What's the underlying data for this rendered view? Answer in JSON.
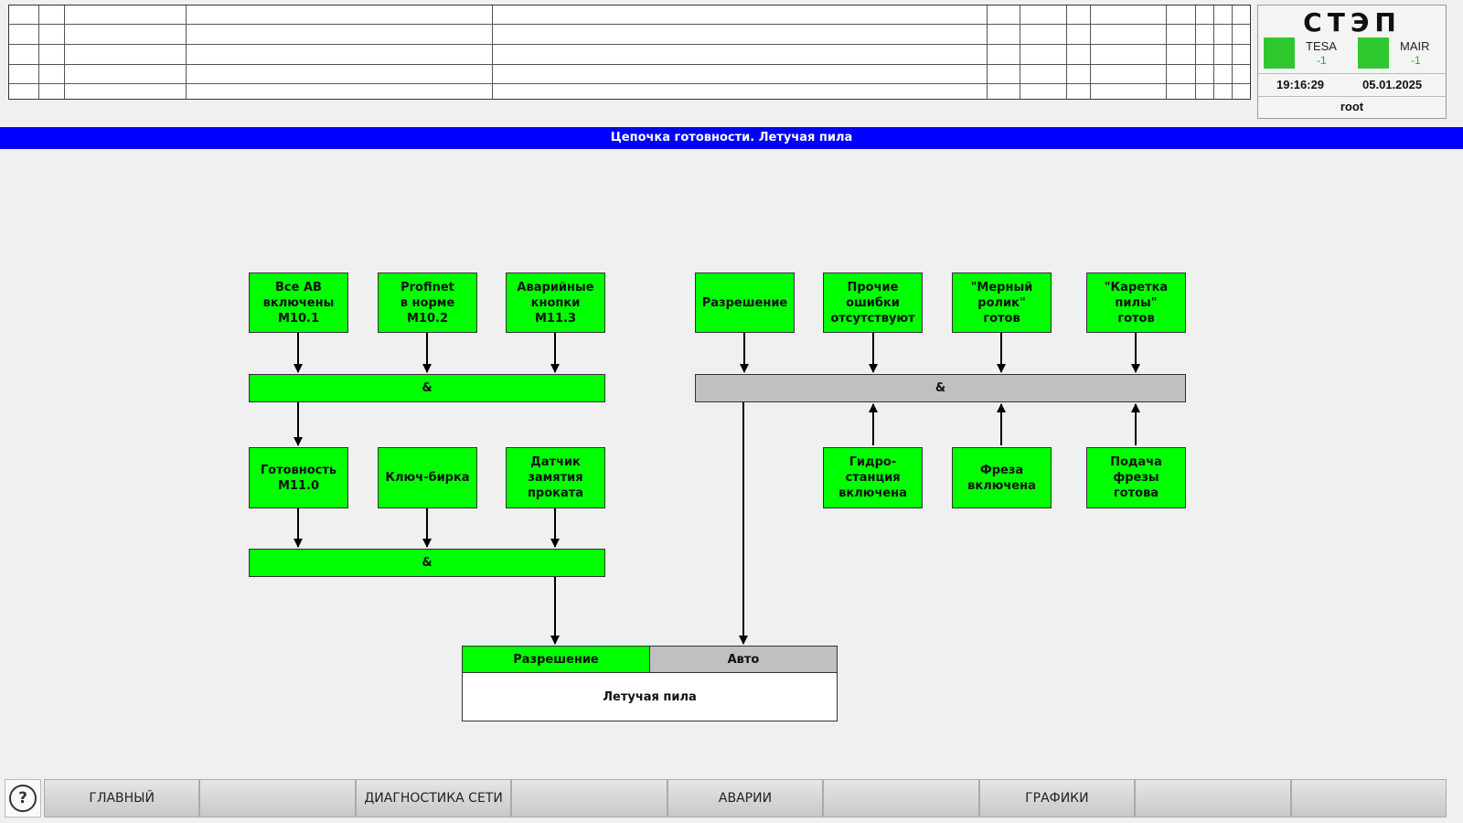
{
  "status": {
    "logo": "СТЭП",
    "indicators": [
      {
        "name": "TESA",
        "value": "-1"
      },
      {
        "name": "MAIR",
        "value": "-1"
      }
    ],
    "time": "19:16:29",
    "date": "05.01.2025",
    "user": "root",
    "indicator_color": "#2ec82e"
  },
  "title": "Цепочка готовности. Летучая пила",
  "colors": {
    "title_bar": "#0000ff",
    "ok": "#00ff00",
    "neutral": "#c0c0c0"
  },
  "diagram": {
    "left_inputs": [
      {
        "label": "Все АВ\nвключены\nМ10.1",
        "state": "ok"
      },
      {
        "label": "Profinet\nв норме\nМ10.2",
        "state": "ok"
      },
      {
        "label": "Аварийные\nкнопки\nМ11.3",
        "state": "ok"
      }
    ],
    "left_and1": {
      "label": "&",
      "state": "ok"
    },
    "left_inputs2": [
      {
        "label": "Готовность\nМ11.0",
        "state": "ok"
      },
      {
        "label": "Ключ-бирка",
        "state": "ok"
      },
      {
        "label": "Датчик\nзамятия\nпроката",
        "state": "ok"
      }
    ],
    "left_and2": {
      "label": "&",
      "state": "ok"
    },
    "right_inputs_top": [
      {
        "label": "Разрешение",
        "state": "ok"
      },
      {
        "label": "Прочие\nошибки\nотсутствуют",
        "state": "ok"
      },
      {
        "label": "\"Мерный\nролик\"\nготов",
        "state": "ok"
      },
      {
        "label": "\"Каретка\nпилы\"\nготов",
        "state": "ok"
      }
    ],
    "right_and": {
      "label": "&",
      "state": "neutral"
    },
    "right_inputs_bottom": [
      {
        "label": "Гидро-\nстанция\nвключена",
        "state": "ok"
      },
      {
        "label": "Фреза\nвключена",
        "state": "ok"
      },
      {
        "label": "Подача\nфрезы\nготова",
        "state": "ok"
      }
    ],
    "output": {
      "permission_label": "Разрешение",
      "auto_label": "Авто",
      "name": "Летучая пила"
    }
  },
  "nav": {
    "buttons": [
      "ГЛАВНЫЙ",
      "",
      "ДИАГНОСТИКА СЕТИ",
      "",
      "АВАРИИ",
      "",
      "ГРАФИКИ",
      "",
      ""
    ]
  }
}
